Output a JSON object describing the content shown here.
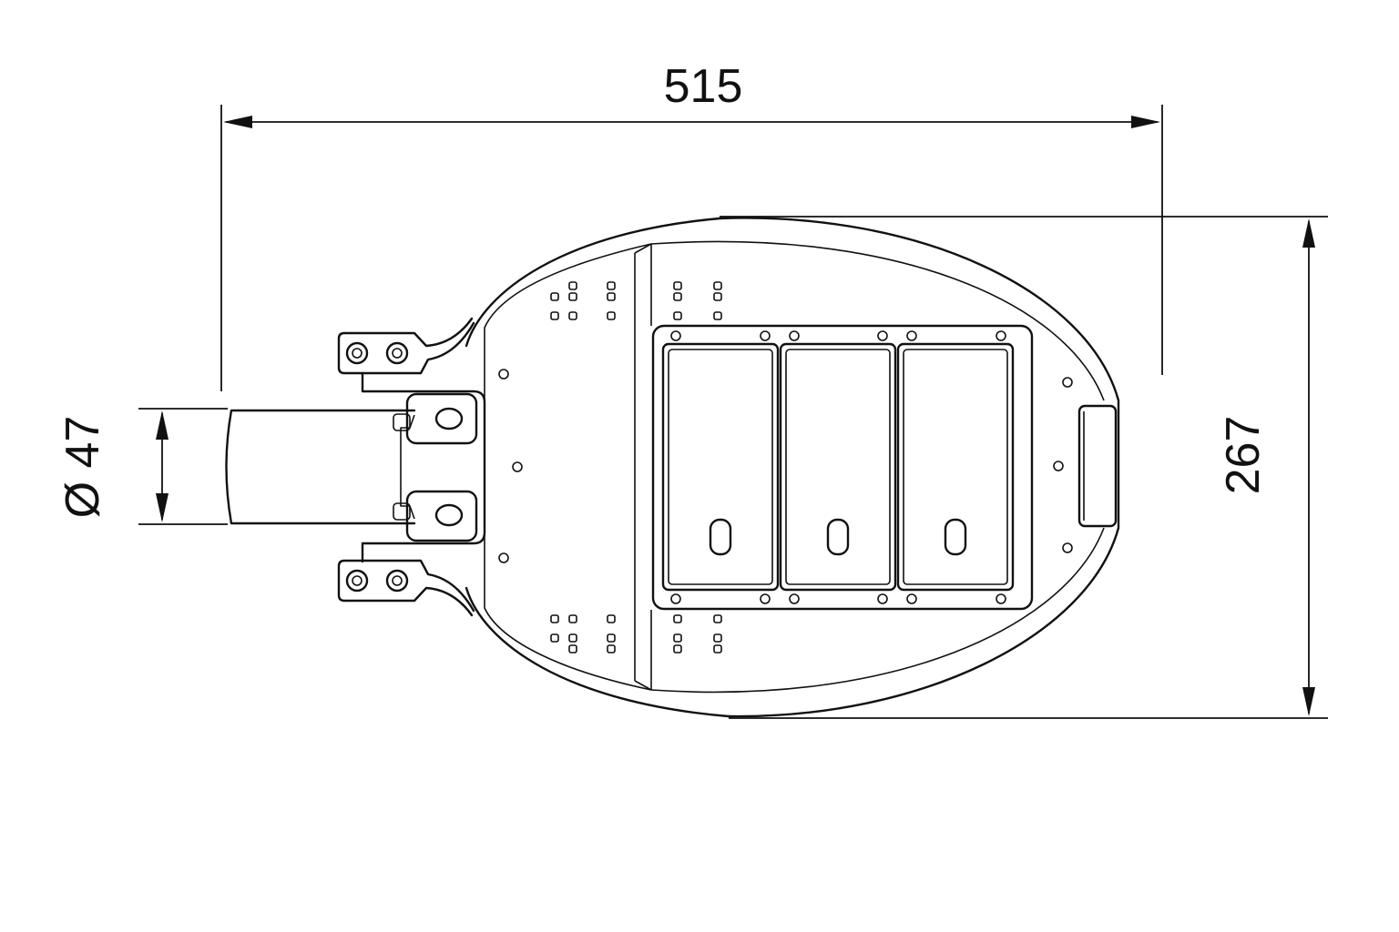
{
  "dimensions": {
    "length": "515",
    "width": "267",
    "pole_diameter": "Ø 47"
  },
  "colors": {
    "line": "#111111",
    "background": "#ffffff"
  }
}
